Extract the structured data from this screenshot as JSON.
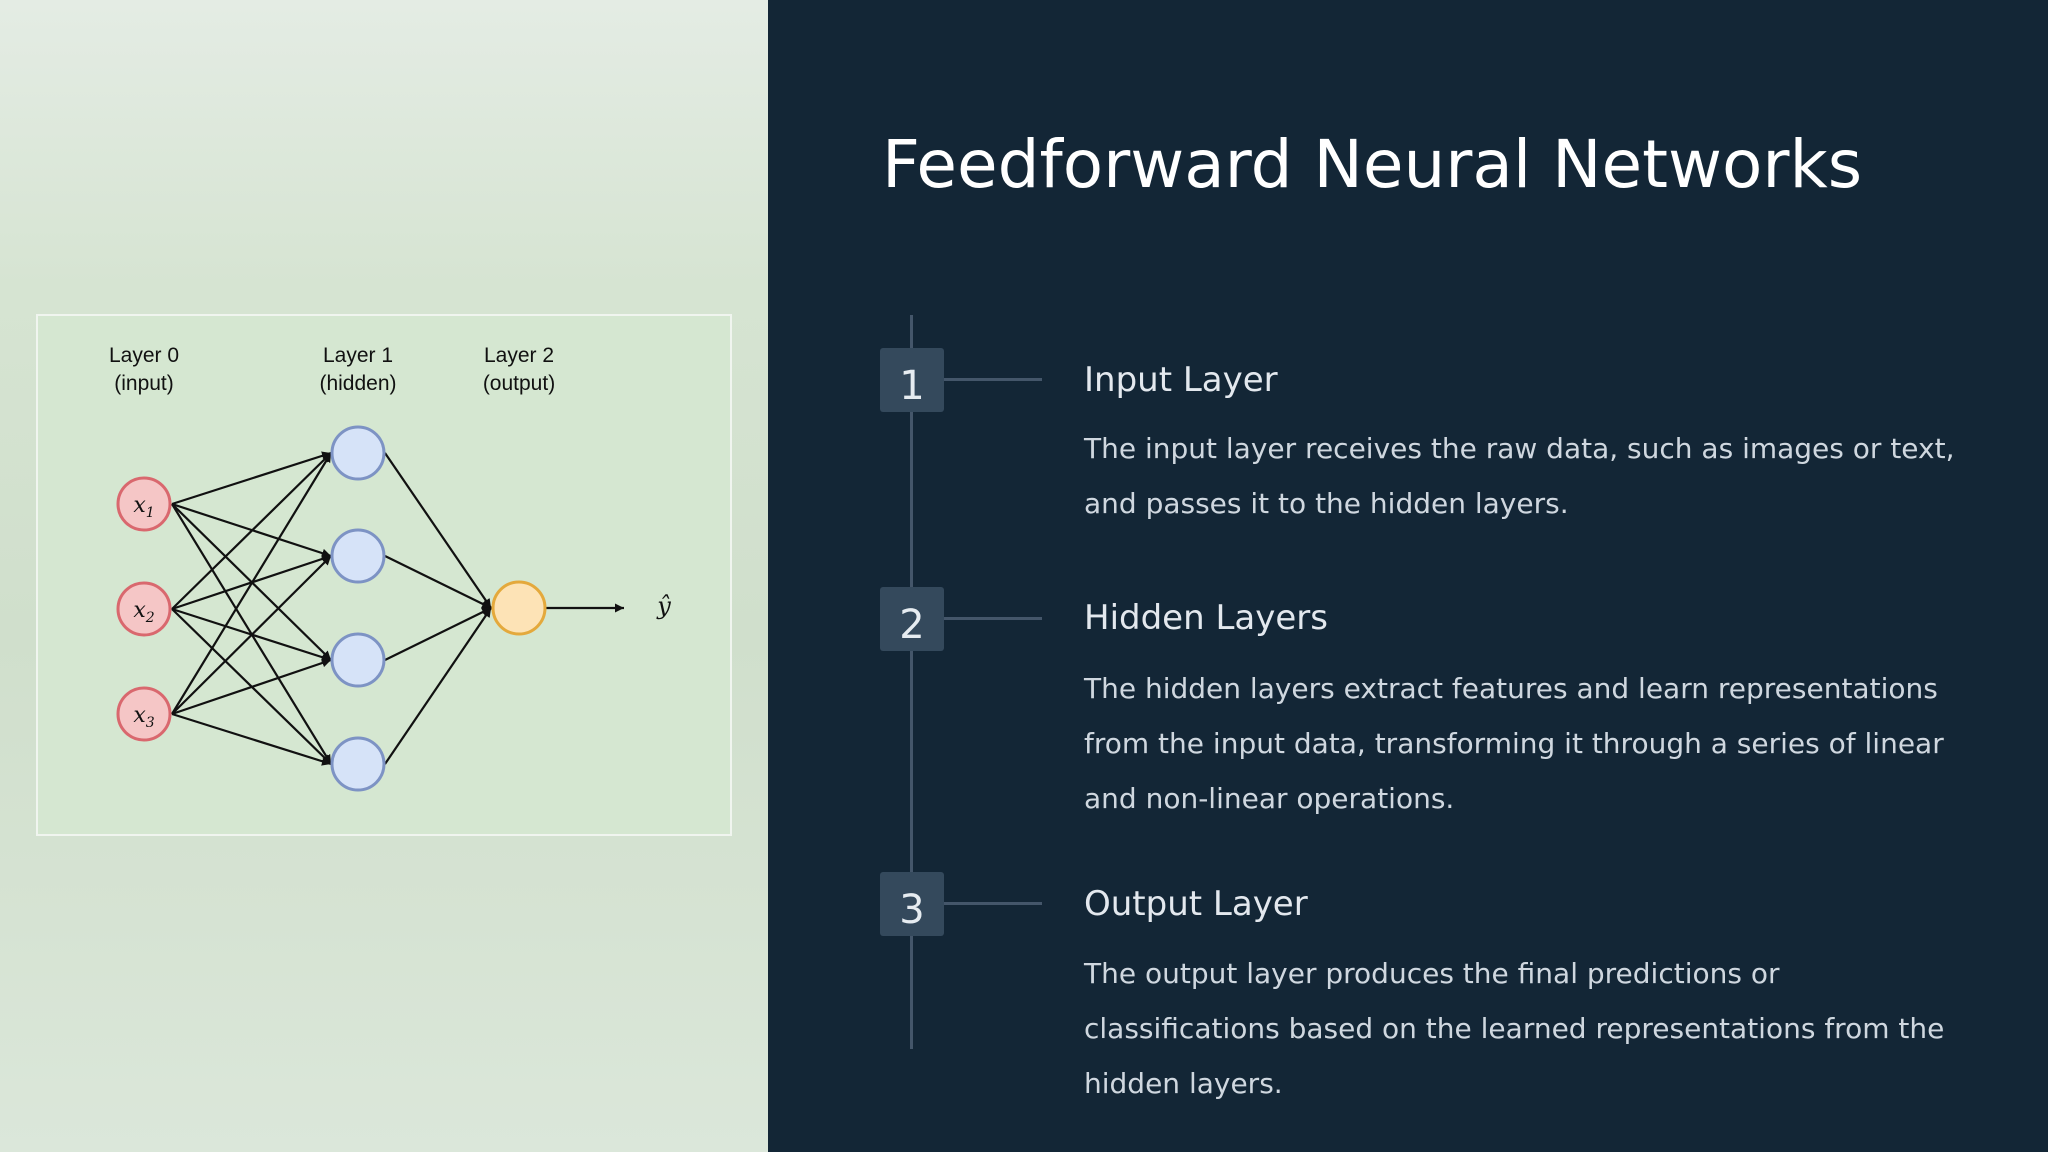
{
  "diagram": {
    "layers": [
      {
        "name": "Layer 0",
        "role": "(input)"
      },
      {
        "name": "Layer 1",
        "role": "(hidden)"
      },
      {
        "name": "Layer 2",
        "role": "(output)"
      }
    ],
    "input_nodes": [
      "x1",
      "x2",
      "x3"
    ],
    "hidden_node_count": 4,
    "output_label": "ŷ",
    "colors": {
      "input_fill": "#f5c6c6",
      "input_stroke": "#d9686e",
      "hidden_fill": "#d6e3f8",
      "hidden_stroke": "#7d93c4",
      "output_fill": "#fde3b6",
      "output_stroke": "#e4a93c"
    }
  },
  "slide": {
    "title": "Feedforward Neural Networks",
    "steps": [
      {
        "number": "1",
        "title": "Input Layer",
        "description": "The input layer receives the raw data, such as images or text, and passes it to the hidden layers."
      },
      {
        "number": "2",
        "title": "Hidden Layers",
        "description": "The hidden layers extract features and learn representations from the input data, transforming it through a series of linear and non-linear operations."
      },
      {
        "number": "3",
        "title": "Output Layer",
        "description": "The output layer produces the final predictions or classifications based on the learned representations from the hidden layers."
      }
    ]
  }
}
